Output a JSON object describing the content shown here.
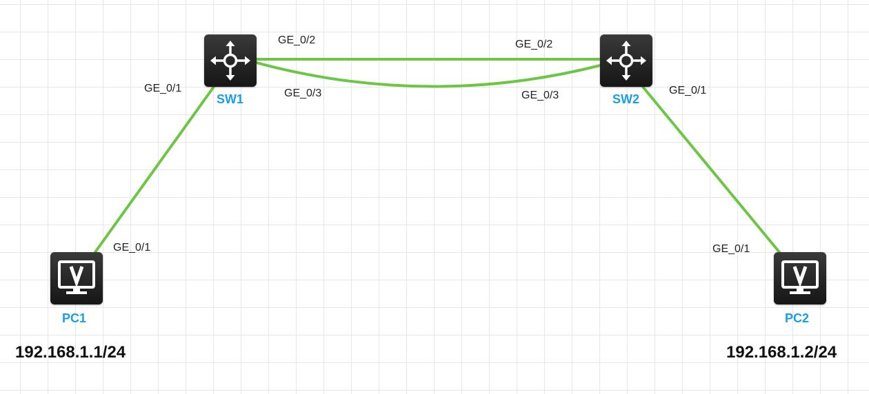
{
  "link_color": "#6cc644",
  "name_color": "#1a9ee8",
  "devices": {
    "sw1": {
      "name": "SW1",
      "icon": "switch-icon"
    },
    "sw2": {
      "name": "SW2",
      "icon": "switch-icon"
    },
    "pc1": {
      "name": "PC1",
      "icon": "pc-monitor-icon",
      "ip": "192.168.1.1/24"
    },
    "pc2": {
      "name": "PC2",
      "icon": "pc-monitor-icon",
      "ip": "192.168.1.2/24"
    }
  },
  "links": [
    {
      "from": "SW1",
      "from_port": "GE_0/2",
      "to": "SW2",
      "to_port": "GE_0/2"
    },
    {
      "from": "SW1",
      "from_port": "GE_0/3",
      "to": "SW2",
      "to_port": "GE_0/3"
    },
    {
      "from": "SW1",
      "from_port": "GE_0/1",
      "to": "PC1",
      "to_port": "GE_0/1"
    },
    {
      "from": "SW2",
      "from_port": "GE_0/1",
      "to": "PC2",
      "to_port": "GE_0/1"
    }
  ]
}
